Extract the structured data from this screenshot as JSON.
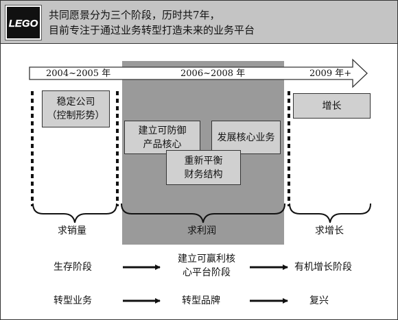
{
  "header": {
    "logo_text": "LEGO",
    "line1": "共同愿景分为三个阶段，历时共7年，",
    "line2": "目前专注于通过业务转型打造未来的业务平台"
  },
  "timeline": {
    "period1": "2004~2005 年",
    "period2": "2006~2008 年",
    "period3": "2009 年+"
  },
  "boxes": {
    "stable_company": [
      "稳定公司",
      "（控制形势）"
    ],
    "defend_core": [
      "建立可防御",
      "产品核心"
    ],
    "develop_core": "发展核心业务",
    "rebalance": [
      "重新平衡",
      "财务结构"
    ],
    "growth": "增长"
  },
  "goals": {
    "sales": "求销量",
    "profit": "求利润",
    "growth": "求增长"
  },
  "stages": {
    "survival": "生存阶段",
    "platform": [
      "建立可赢利核",
      "心平台阶段"
    ],
    "organic": "有机增长阶段"
  },
  "transform": {
    "business": "转型业务",
    "brand": "转型品牌",
    "revival": "复兴"
  },
  "colors": {
    "header_bg": "#c4c4c4",
    "band_bg": "#9a9a9a",
    "box_bg": "#d0d0d0"
  }
}
